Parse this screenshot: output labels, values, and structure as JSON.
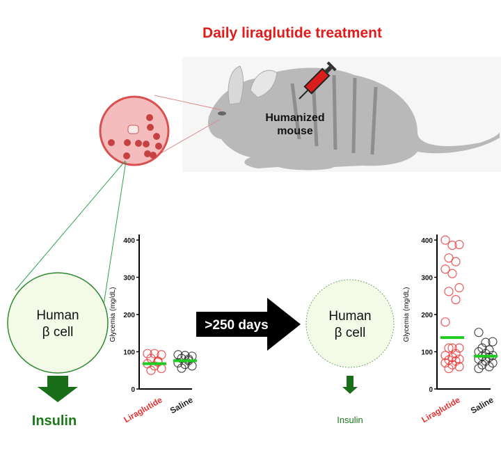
{
  "title": "Daily liraglutide treatment",
  "mouse_label_line1": "Humanized",
  "mouse_label_line2": "mouse",
  "cell_left": {
    "line1": "Human",
    "line2": "β cell",
    "output": "Insulin"
  },
  "cell_right": {
    "line1": "Human",
    "line2": "β cell",
    "output": "Insulin"
  },
  "arrow_label": ">250 days",
  "colors": {
    "title": "#e01b1b",
    "liraglutide": "#e83030",
    "saline": "#222222",
    "mean": "#1fcc1f",
    "insulin": "#1a7a1a",
    "arrow_green": "#1a6e1a"
  },
  "chart_data": [
    {
      "type": "scatter",
      "title": "",
      "ylabel": "Glycemia (mg/dL)",
      "ylim": [
        0,
        400
      ],
      "yticks": [
        "0",
        "100",
        "200",
        "300",
        "400"
      ],
      "categories": [
        "Liraglutide",
        "Saline"
      ],
      "series": [
        {
          "name": "Liraglutide",
          "values": [
            95,
            95,
            92,
            82,
            75,
            68,
            62,
            55,
            50,
            72
          ],
          "mean": 68
        },
        {
          "name": "Saline",
          "values": [
            92,
            90,
            88,
            82,
            76,
            70,
            66,
            62,
            56,
            80
          ],
          "mean": 76
        }
      ]
    },
    {
      "type": "scatter",
      "title": "",
      "ylabel": "Glycemia (mg/dL)",
      "ylim": [
        0,
        400
      ],
      "yticks": [
        "0",
        "100",
        "200",
        "300",
        "400"
      ],
      "categories": [
        "Liraglutide",
        "Saline"
      ],
      "series": [
        {
          "name": "Liraglutide",
          "values": [
            400,
            386,
            388,
            352,
            342,
            322,
            310,
            272,
            262,
            240,
            180,
            110,
            110,
            110,
            95,
            90,
            85,
            80,
            78,
            75,
            70,
            65,
            60,
            55
          ],
          "mean": 138
        },
        {
          "name": "Saline",
          "values": [
            152,
            125,
            127,
            110,
            105,
            100,
            95,
            90,
            88,
            85,
            80,
            75,
            70,
            65,
            60,
            55
          ],
          "mean": 88
        }
      ]
    }
  ]
}
